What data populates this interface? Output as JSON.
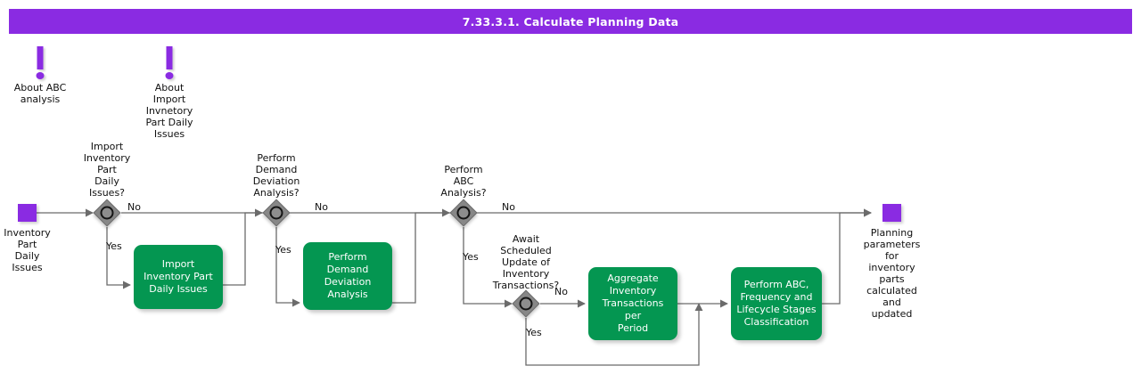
{
  "header": {
    "title": "7.33.3.1. Calculate Planning Data",
    "bar_color": "#8a2be2"
  },
  "palette": {
    "purple": "#8a2be2",
    "green": "#049651",
    "diamond_gray": "#878787",
    "line": "#6b6b6b",
    "text": "#101010"
  },
  "notes": [
    {
      "name": "about-abc-analysis",
      "icon": "exclamation-icon",
      "label": "About ABC\nanalysis"
    },
    {
      "name": "about-import-inventory-part-daily-issues",
      "icon": "exclamation-icon",
      "label": "About\nImport\nInvnetory\nPart Daily\nIssues"
    }
  ],
  "start_event": {
    "label": "Inventory\nPart Daily\nIssues"
  },
  "end_event": {
    "label": "Planning\nparameters for\ninventory parts\ncalculated and\nupdated"
  },
  "decisions": [
    {
      "id": "import-inventory-part-daily-issues",
      "question": "Import\nInventory Part\nDaily Issues?",
      "yes_label": "Yes",
      "no_label": "No"
    },
    {
      "id": "perform-demand-deviation-analysis",
      "question": "Perform Demand\nDeviation\nAnalysis?",
      "yes_label": "Yes",
      "no_label": "No"
    },
    {
      "id": "perform-abc-analysis",
      "question": "Perform ABC\nAnalysis?",
      "yes_label": "Yes",
      "no_label": "No"
    },
    {
      "id": "await-scheduled-update",
      "question": "Await Scheduled\nUpdate of\nInventory\nTransactions?",
      "yes_label": "Yes",
      "no_label": "No"
    }
  ],
  "tasks": [
    {
      "id": "import-inventory-part-daily-issues",
      "label": "Import\nInventory Part\nDaily Issues"
    },
    {
      "id": "perform-demand-deviation-analysis",
      "label": "Perform\nDemand\nDeviation\nAnalysis"
    },
    {
      "id": "aggregate-inventory-transactions",
      "label": "Aggregate\nInventory\nTransactions per\nPeriod"
    },
    {
      "id": "perform-abc-classification",
      "label": "Perform ABC,\nFrequency and\nLifecycle Stages\nClassification"
    }
  ]
}
